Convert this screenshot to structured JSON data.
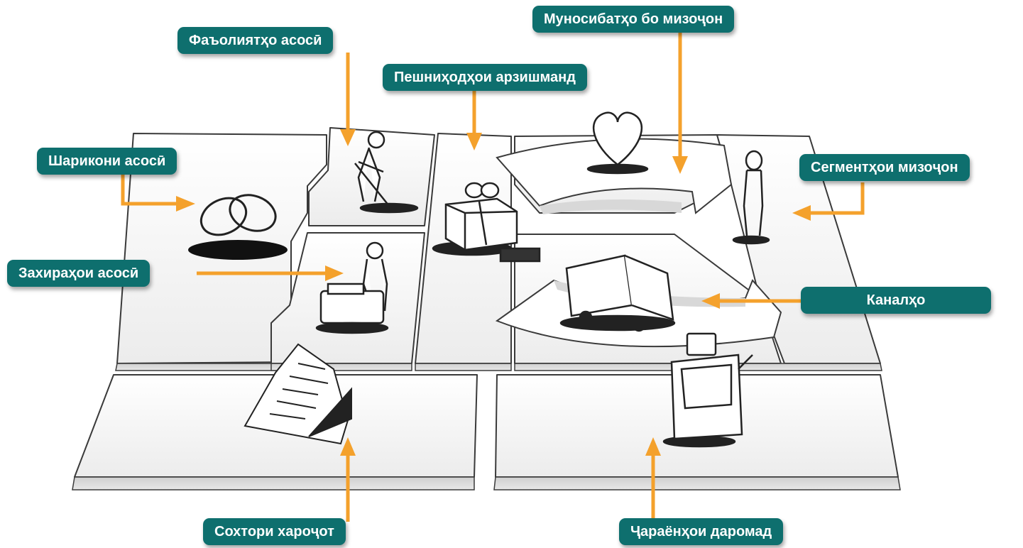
{
  "labels": {
    "key_activities": "Фаъолиятҳо асосӣ",
    "value_propositions": "Пешниҳодҳои арзишманд",
    "customer_relationships": "Муносибатҳо бо мизоҷон",
    "key_partners": "Шарикони асосӣ",
    "customer_segments": "Сегментҳои мизоҷон",
    "key_resources": "Захираҳои асосӣ",
    "channels": "Каналҳо",
    "cost_structure": "Сохтори хароҷот",
    "revenue_streams": "Ҷараёнҳои даромад"
  },
  "colors": {
    "label_bg": "#0e6f6e",
    "label_text": "#ffffff",
    "arrow": "#f4a12c",
    "sketch_line": "#333333",
    "board_fill": "#f6f6f6"
  },
  "icons": [
    "rings-icon",
    "digging-person-icon",
    "gift-box-icon",
    "heart-icon",
    "standing-person-icon",
    "truck-icon",
    "worker-machine-icon",
    "document-icon",
    "cash-register-icon"
  ]
}
